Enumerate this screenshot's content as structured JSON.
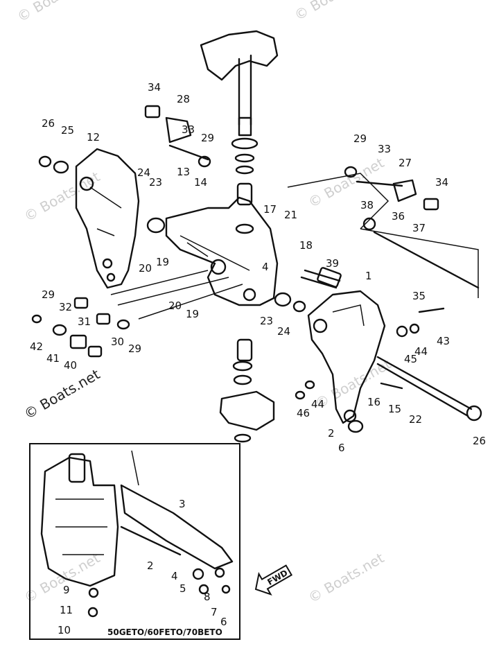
{
  "watermarks": [
    {
      "text": "© Boats.net"
    },
    {
      "text": "© Boats.net"
    },
    {
      "text": "© Boats.net"
    },
    {
      "text": "© Boats.net"
    },
    {
      "text": "© Boats.net"
    },
    {
      "text": "© Boats.net"
    },
    {
      "text": "© Boats.net"
    },
    {
      "text": "© Boats.net"
    }
  ],
  "callouts": {
    "main": [
      "34",
      "28",
      "33",
      "29",
      "26",
      "25",
      "12",
      "24",
      "13",
      "14",
      "23",
      "20",
      "19",
      "17",
      "21",
      "18",
      "29",
      "33",
      "27",
      "34",
      "38",
      "36",
      "37",
      "39",
      "1",
      "4",
      "29",
      "32",
      "31",
      "30",
      "29",
      "42",
      "41",
      "40",
      "20",
      "19",
      "23",
      "24",
      "35",
      "45",
      "44",
      "43",
      "46",
      "44",
      "16",
      "15",
      "22",
      "2",
      "6",
      "26"
    ],
    "inset": [
      "3",
      "2",
      "4",
      "5",
      "8",
      "7",
      "6",
      "9",
      "11",
      "10"
    ]
  },
  "inset": {
    "caption": "50GETO/60FETO/70BETO"
  },
  "fwd_label": "FWD"
}
